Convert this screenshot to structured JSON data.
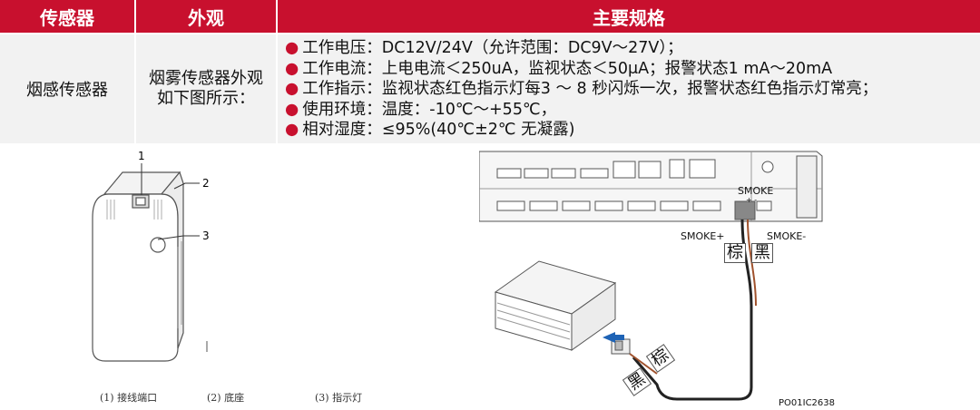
{
  "table": {
    "headers": [
      "传感器",
      "外观",
      "主要规格"
    ],
    "sensor_name": "烟感传感器",
    "appearance_lines": [
      "烟雾传感器外观",
      "如下图所示："
    ],
    "specs": [
      "工作电压：DC12V/24V（允许范围：DC9V～27V）；",
      "工作电流：上电电流＜250uA，监视状态＜50μA；报警状态1 mA～20mA",
      "工作指示：监视状态红色指示灯每3 ～ 8 秒闪烁一次，报警状态红色指示灯常亮；",
      "使用环境：温度：-10℃～+55℃，",
      "相对湿度：≤95%(40℃±2℃ 无凝露)"
    ],
    "bullet_color": "#c8102e",
    "header_color": "#c8102e"
  },
  "left_figure": {
    "callouts": [
      "1",
      "2",
      "3"
    ],
    "captions": [
      "(1) 接线端口",
      "(2) 底座",
      "(3) 指示灯"
    ]
  },
  "right_figure": {
    "smoke_label": "SMOKE",
    "smoke_pins": "+ -",
    "smoke_plus": "SMOKE+",
    "smoke_minus": "SMOKE-",
    "brown_label": "棕",
    "black_label": "黑",
    "figure_id": "PO01IC2638"
  }
}
